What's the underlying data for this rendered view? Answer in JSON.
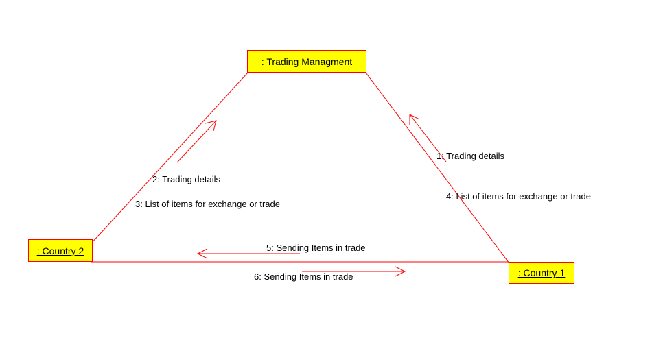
{
  "colors": {
    "line": "#ff0000",
    "node_fill": "#ffff00",
    "node_border": "#ff0000",
    "text": "#000000"
  },
  "nodes": {
    "trading": ": Trading Managment",
    "country2": ": Country 2",
    "country1": ": Country 1"
  },
  "messages": {
    "m1": "1: Trading details",
    "m2": "2: Trading details",
    "m3": "3: List of items for exchange or trade",
    "m4": "4: List of items for exchange or trade",
    "m5": "5: Sending Items in trade",
    "m6": "6: Sending Items in trade"
  }
}
